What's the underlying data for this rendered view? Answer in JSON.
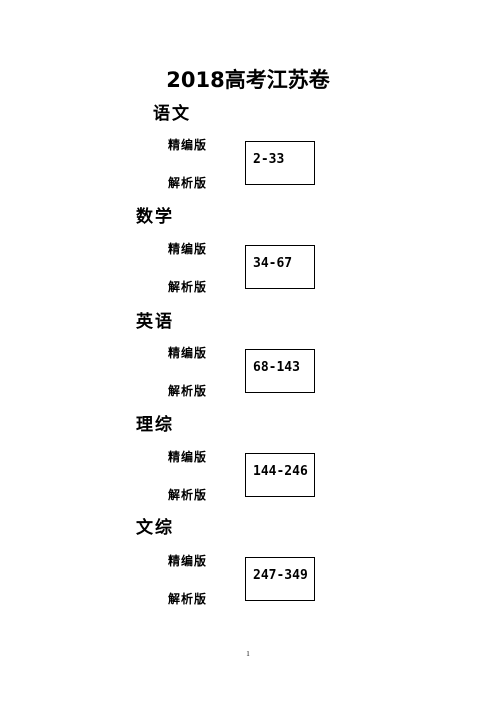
{
  "document": {
    "title": "2018高考江苏卷",
    "page_number": "1"
  },
  "sections": [
    {
      "subject": "语文",
      "edition_refined": "精编版",
      "edition_analysis": "解析版",
      "page_range": "2-33"
    },
    {
      "subject": "数学",
      "edition_refined": "精编版",
      "edition_analysis": "解析版",
      "page_range": "34-67"
    },
    {
      "subject": "英语",
      "edition_refined": "精编版",
      "edition_analysis": "解析版",
      "page_range": "68-143"
    },
    {
      "subject": "理综",
      "edition_refined": "精编版",
      "edition_analysis": "解析版",
      "page_range": "144-246"
    },
    {
      "subject": "文综",
      "edition_refined": "精编版",
      "edition_analysis": "解析版",
      "page_range": "247-349"
    }
  ]
}
